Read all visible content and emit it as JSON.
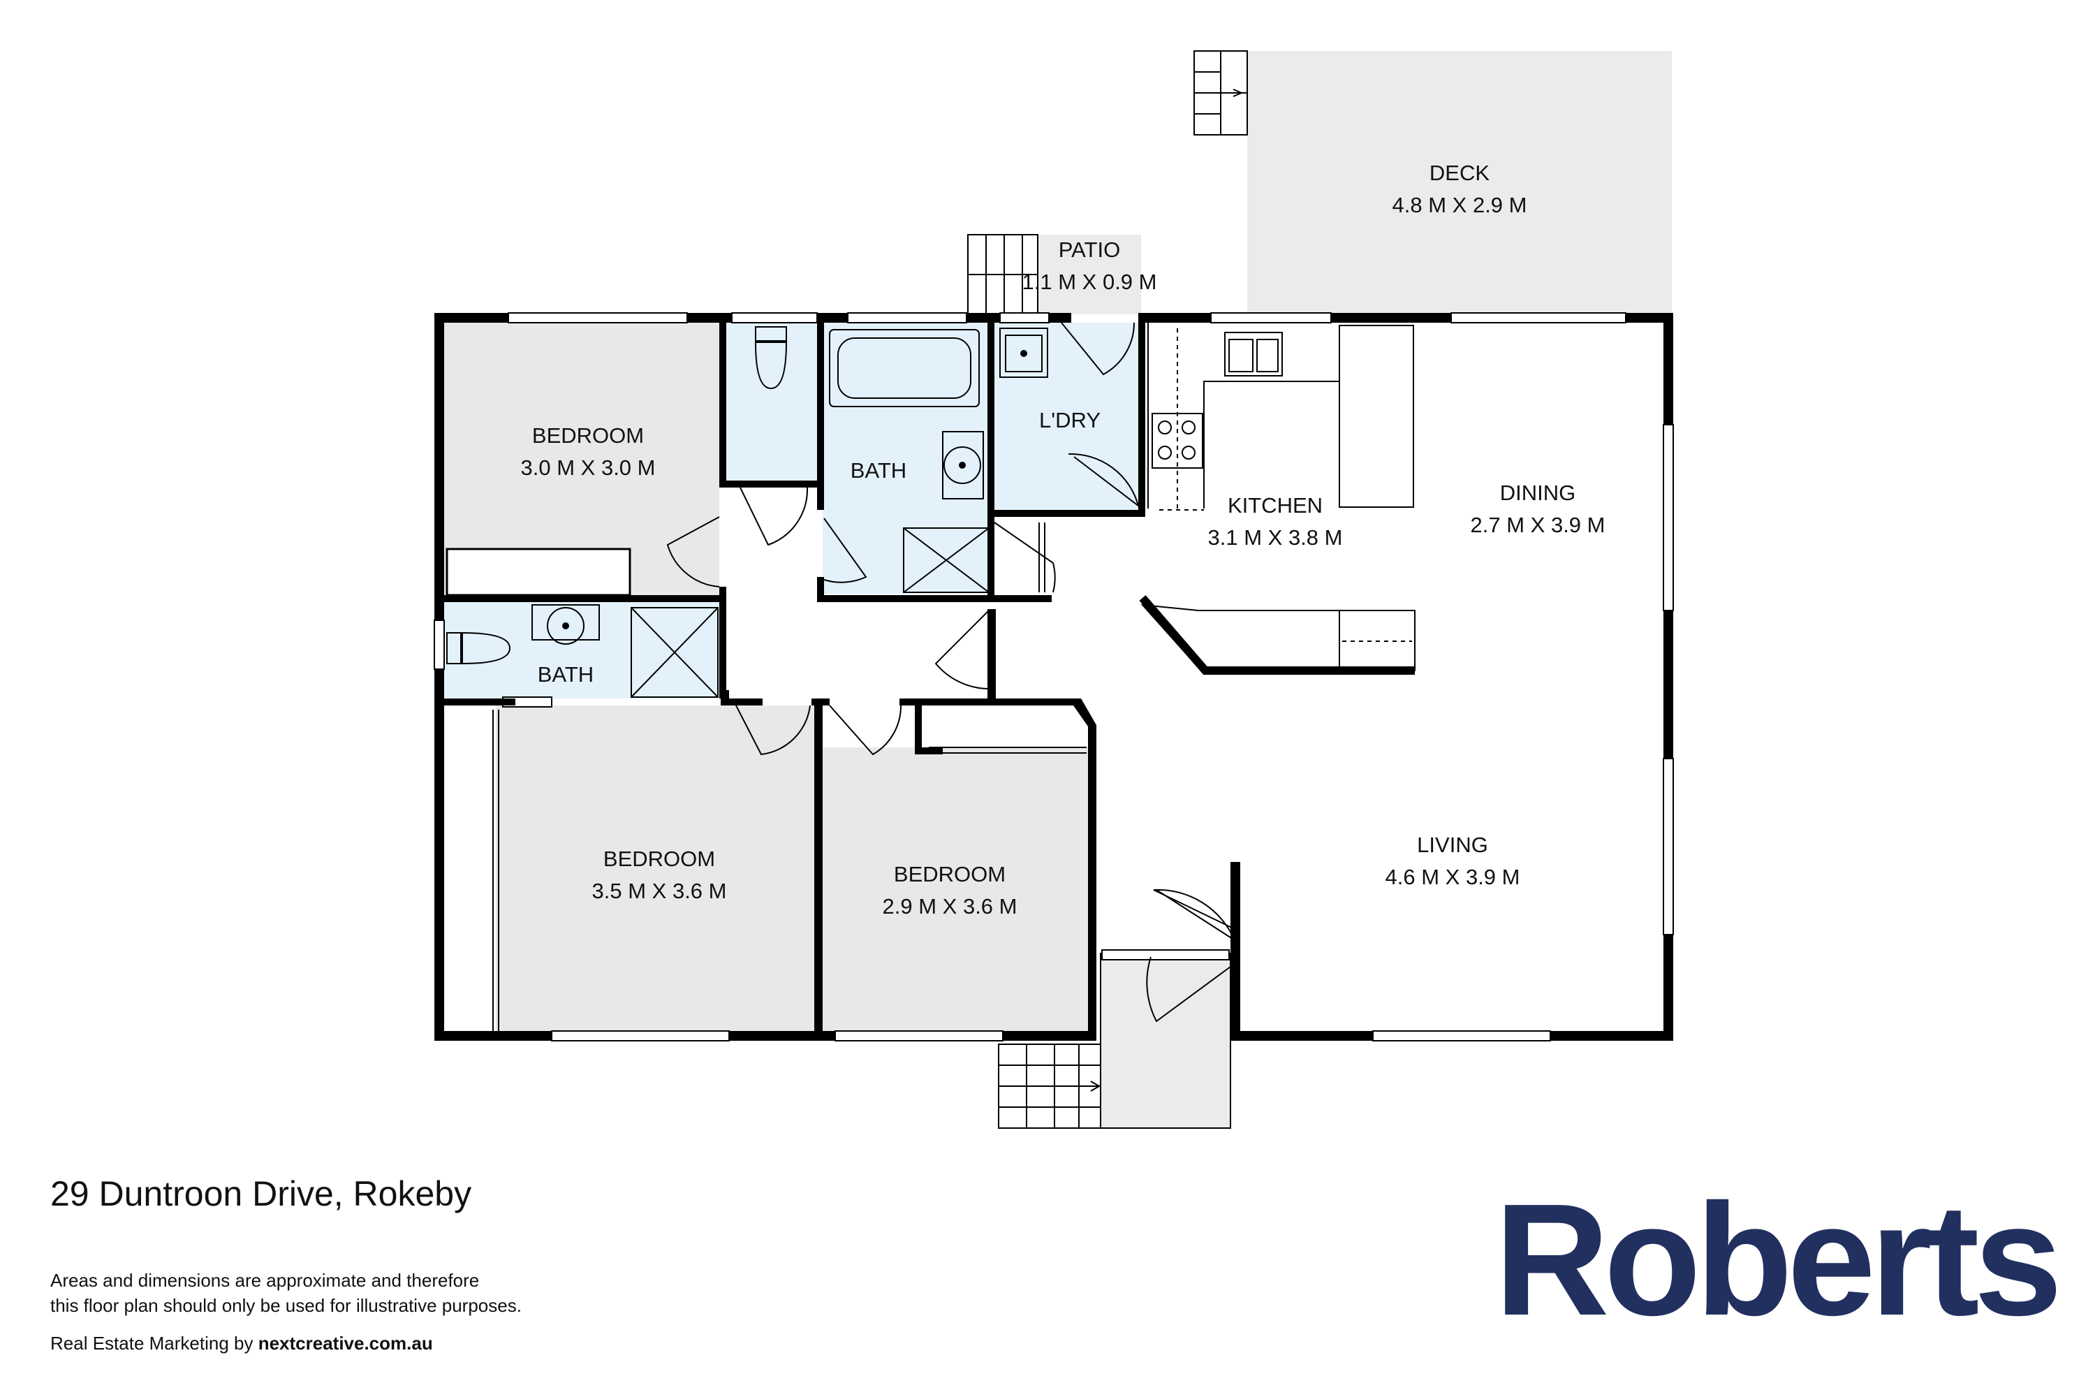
{
  "rooms": {
    "deck": {
      "name": "DECK",
      "size": "4.8 M X 2.9 M"
    },
    "patio": {
      "name": "PATIO",
      "size": "1.1 M X 0.9 M"
    },
    "bedroom_1": {
      "name": "BEDROOM",
      "size": "3.0 M X 3.0 M"
    },
    "bath_1": {
      "name": "BATH"
    },
    "laundry": {
      "name": "L'DRY"
    },
    "kitchen": {
      "name": "KITCHEN",
      "size": "3.1 M X 3.8 M"
    },
    "dining": {
      "name": "DINING",
      "size": "2.7 M X 3.9 M"
    },
    "bath_2": {
      "name": "BATH"
    },
    "bedroom_2": {
      "name": "BEDROOM",
      "size": "3.5 M X 3.6 M"
    },
    "bedroom_3": {
      "name": "BEDROOM",
      "size": "2.9 M X 3.6 M"
    },
    "living": {
      "name": "LIVING",
      "size": "4.6 M X 3.9 M"
    }
  },
  "footer": {
    "address": "29 Duntroon Drive, Rokeby",
    "disclaimer_line1": "Areas and dimensions are approximate and therefore",
    "disclaimer_line2": "this floor plan should only be used for illustrative purposes.",
    "credit_prefix": "Real Estate Marketing by ",
    "credit_site": "nextcreative.com.au"
  },
  "brand": {
    "logo_text": "Roberts"
  },
  "colors": {
    "wet_area": "#e3f1fb",
    "bedroom_floor": "#e8e8e8",
    "outdoor": "#ebebeb",
    "wall": "#000000",
    "brand": "#22305f"
  }
}
